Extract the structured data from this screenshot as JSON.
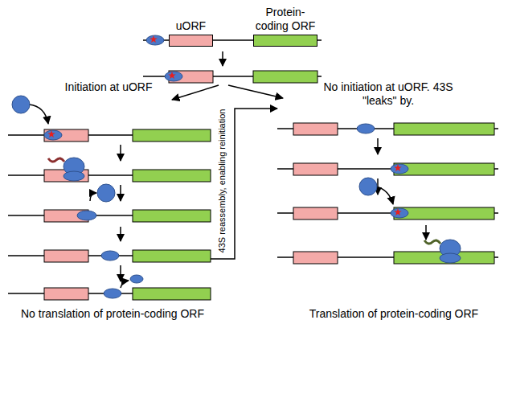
{
  "diagram": {
    "nodes": [
      {
        "text": [
          "uORF"
        ]
      },
      {
        "text": [
          "Protein-coding ORF"
        ]
      }
    ],
    "labels": [
      "Initiation at uORF",
      "No initiation at uORF. 43S \"leaks\" by.",
      "43S reassembly, enabling reinitiation",
      "No translation of protein-coding ORF",
      "Translation of protein-coding ORF"
    ]
  }
}
